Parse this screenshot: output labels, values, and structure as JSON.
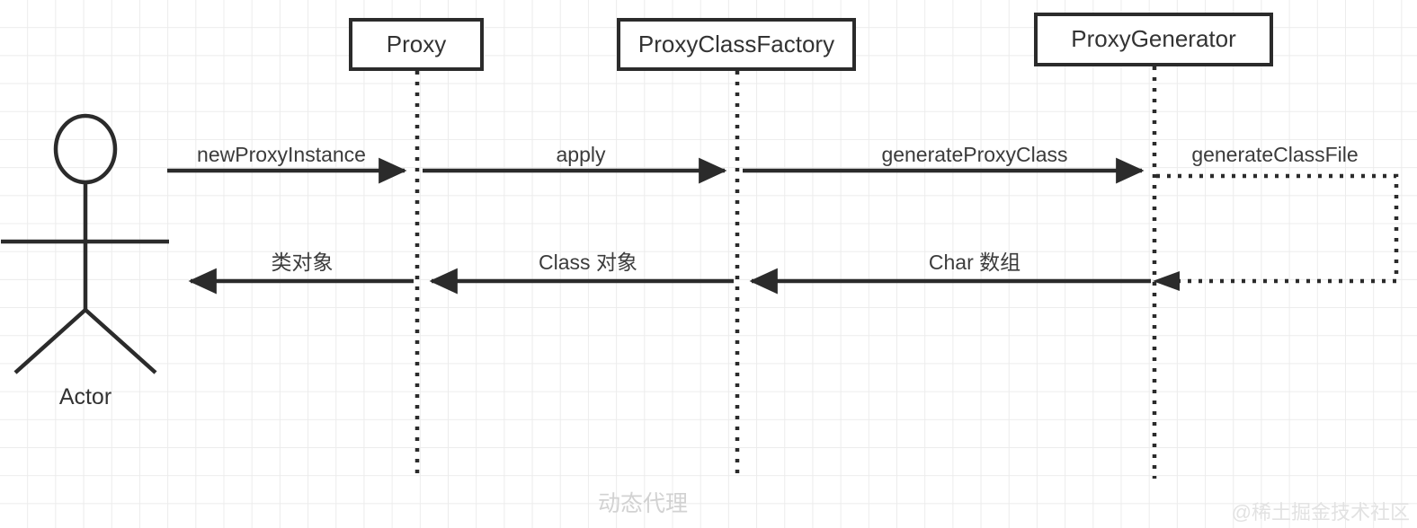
{
  "diagram": {
    "type": "uml-sequence-diagram",
    "title_watermark": "动态代理",
    "corner_watermark": "@稀土掘金技术社区",
    "colors": {
      "stroke": "#2b2b2b",
      "text": "#333333",
      "grid": "#ececec",
      "background": "#ffffff",
      "watermark_center": "#d2d2d2",
      "watermark_corner": "#e2e2e2"
    },
    "actor": {
      "label": "Actor"
    },
    "participants": [
      {
        "id": "proxy",
        "label": "Proxy"
      },
      {
        "id": "proxyClassFactory",
        "label": "ProxyClassFactory"
      },
      {
        "id": "proxyGenerator",
        "label": "ProxyGenerator"
      }
    ],
    "messages": [
      {
        "id": "m1",
        "label": "newProxyInstance",
        "from": "actor",
        "to": "proxy",
        "kind": "call",
        "line": "solid",
        "direction": "right"
      },
      {
        "id": "m2",
        "label": "apply",
        "from": "proxy",
        "to": "proxyClassFactory",
        "kind": "call",
        "line": "solid",
        "direction": "right"
      },
      {
        "id": "m3",
        "label": "generateProxyClass",
        "from": "proxyClassFactory",
        "to": "proxyGenerator",
        "kind": "call",
        "line": "solid",
        "direction": "right"
      },
      {
        "id": "m4",
        "label": "generateClassFile",
        "from": "proxyGenerator",
        "to": "proxyGenerator",
        "kind": "self-call",
        "line": "dotted",
        "direction": "self"
      },
      {
        "id": "m5",
        "label": "Char 数组",
        "from": "proxyGenerator",
        "to": "proxyClassFactory",
        "kind": "return",
        "line": "solid",
        "direction": "left"
      },
      {
        "id": "m6",
        "label": "Class 对象",
        "from": "proxyClassFactory",
        "to": "proxy",
        "kind": "return",
        "line": "solid",
        "direction": "left"
      },
      {
        "id": "m7",
        "label": "类对象",
        "from": "proxy",
        "to": "actor",
        "kind": "return",
        "line": "solid",
        "direction": "left"
      }
    ]
  }
}
